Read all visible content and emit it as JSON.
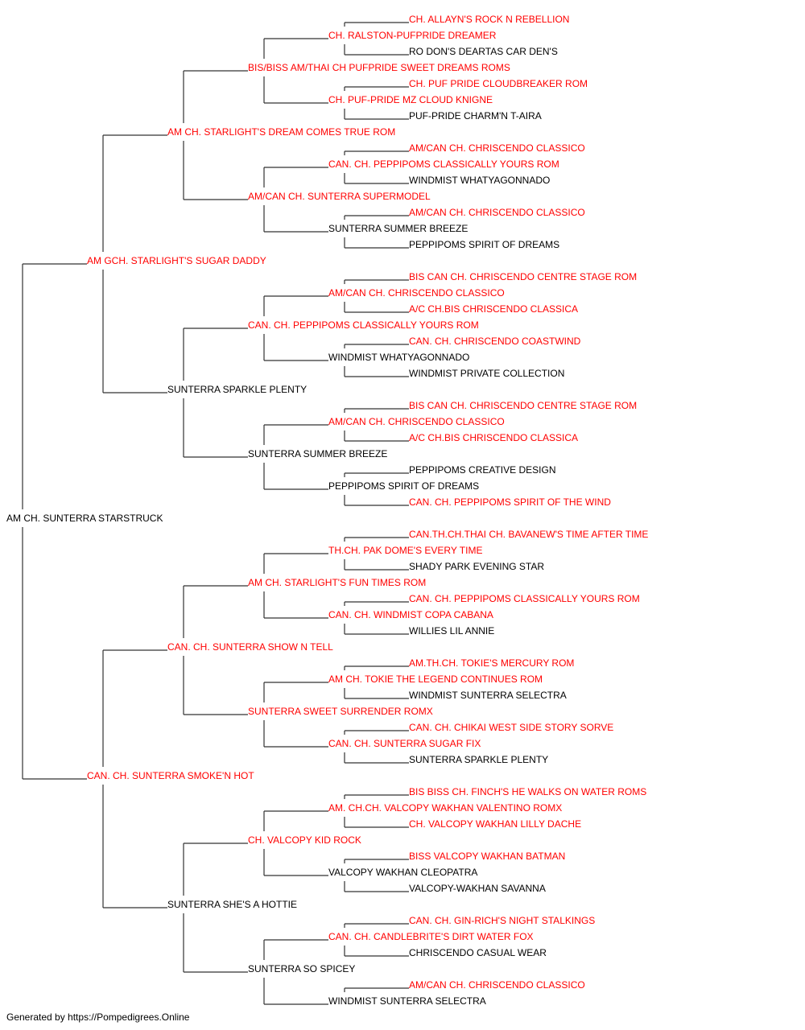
{
  "colors": {
    "champion": "#ff0000",
    "plain": "#000000",
    "line": "#333333"
  },
  "footer": "Generated by https://Pompedigrees.Online",
  "pedigree": {
    "name": "AM CH. SUNTERRA STARSTRUCK",
    "champion": false,
    "sire": {
      "name": "AM GCH. STARLIGHT'S SUGAR DADDY",
      "champion": true,
      "sire": {
        "name": "AM CH. STARLIGHT'S DREAM COMES TRUE ROM",
        "champion": true,
        "sire": {
          "name": "BIS/BISS AM/THAI CH PUFPRIDE SWEET DREAMS ROMS",
          "champion": true,
          "sire": {
            "name": "CH. RALSTON-PUFPRIDE DREAMER",
            "champion": true,
            "sire": {
              "name": "CH. ALLAYN'S ROCK N REBELLION",
              "champion": true
            },
            "dam": {
              "name": "RO DON'S DEARTAS CAR DEN'S",
              "champion": false
            }
          },
          "dam": {
            "name": "CH. PUF-PRIDE MZ CLOUD KNIGNE",
            "champion": true,
            "sire": {
              "name": "CH. PUF PRIDE CLOUDBREAKER ROM",
              "champion": true
            },
            "dam": {
              "name": "PUF-PRIDE CHARM'N T-AIRA",
              "champion": false
            }
          }
        },
        "dam": {
          "name": "AM/CAN CH. SUNTERRA SUPERMODEL",
          "champion": true,
          "sire": {
            "name": "CAN. CH. PEPPIPOMS CLASSICALLY YOURS ROM",
            "champion": true,
            "sire": {
              "name": "AM/CAN CH. CHRISCENDO CLASSICO",
              "champion": true
            },
            "dam": {
              "name": "WINDMIST WHATYAGONNADO",
              "champion": false
            }
          },
          "dam": {
            "name": "SUNTERRA SUMMER BREEZE",
            "champion": false,
            "sire": {
              "name": "AM/CAN CH. CHRISCENDO CLASSICO",
              "champion": true
            },
            "dam": {
              "name": "PEPPIPOMS SPIRIT OF DREAMS",
              "champion": false
            }
          }
        }
      },
      "dam": {
        "name": "SUNTERRA SPARKLE PLENTY",
        "champion": false,
        "sire": {
          "name": "CAN. CH. PEPPIPOMS CLASSICALLY YOURS ROM",
          "champion": true,
          "sire": {
            "name": "AM/CAN CH. CHRISCENDO CLASSICO",
            "champion": true,
            "sire": {
              "name": "BIS CAN CH. CHRISCENDO CENTRE STAGE ROM",
              "champion": true
            },
            "dam": {
              "name": "A/C CH.BIS CHRISCENDO CLASSICA",
              "champion": true
            }
          },
          "dam": {
            "name": "WINDMIST WHATYAGONNADO",
            "champion": false,
            "sire": {
              "name": "CAN. CH. CHRISCENDO COASTWIND",
              "champion": true
            },
            "dam": {
              "name": "WINDMIST PRIVATE COLLECTION",
              "champion": false
            }
          }
        },
        "dam": {
          "name": "SUNTERRA SUMMER BREEZE",
          "champion": false,
          "sire": {
            "name": "AM/CAN CH. CHRISCENDO CLASSICO",
            "champion": true,
            "sire": {
              "name": "BIS CAN CH. CHRISCENDO CENTRE STAGE ROM",
              "champion": true
            },
            "dam": {
              "name": "A/C CH.BIS CHRISCENDO CLASSICA",
              "champion": true
            }
          },
          "dam": {
            "name": "PEPPIPOMS SPIRIT OF DREAMS",
            "champion": false,
            "sire": {
              "name": "PEPPIPOMS CREATIVE DESIGN",
              "champion": false
            },
            "dam": {
              "name": "CAN. CH. PEPPIPOMS SPIRIT OF THE WIND",
              "champion": true
            }
          }
        }
      }
    },
    "dam": {
      "name": "CAN. CH. SUNTERRA SMOKE'N HOT",
      "champion": true,
      "sire": {
        "name": "CAN. CH. SUNTERRA SHOW N TELL",
        "champion": true,
        "sire": {
          "name": "AM CH. STARLIGHT'S FUN TIMES ROM",
          "champion": true,
          "sire": {
            "name": "TH.CH. PAK DOME'S EVERY TIME",
            "champion": true,
            "sire": {
              "name": "CAN.TH.CH.THAI CH. BAVANEW'S TIME AFTER TIME",
              "champion": true
            },
            "dam": {
              "name": "SHADY PARK EVENING STAR",
              "champion": false
            }
          },
          "dam": {
            "name": "CAN. CH. WINDMIST COPA CABANA",
            "champion": true,
            "sire": {
              "name": "CAN. CH. PEPPIPOMS CLASSICALLY YOURS ROM",
              "champion": true
            },
            "dam": {
              "name": "WILLIES LIL ANNIE",
              "champion": false
            }
          }
        },
        "dam": {
          "name": "SUNTERRA SWEET SURRENDER ROMX",
          "champion": true,
          "sire": {
            "name": "AM CH. TOKIE THE LEGEND CONTINUES ROM",
            "champion": true,
            "sire": {
              "name": "AM.TH.CH. TOKIE'S MERCURY ROM",
              "champion": true
            },
            "dam": {
              "name": "WINDMIST SUNTERRA SELECTRA",
              "champion": false
            }
          },
          "dam": {
            "name": "CAN. CH. SUNTERRA SUGAR FIX",
            "champion": true,
            "sire": {
              "name": "CAN. CH. CHIKAI WEST SIDE STORY SORVE",
              "champion": true
            },
            "dam": {
              "name": "SUNTERRA SPARKLE PLENTY",
              "champion": false
            }
          }
        }
      },
      "dam": {
        "name": "SUNTERRA SHE'S A HOTTIE",
        "champion": false,
        "sire": {
          "name": "CH. VALCOPY KID ROCK",
          "champion": true,
          "sire": {
            "name": "AM. CH.CH. VALCOPY WAKHAN VALENTINO ROMX",
            "champion": true,
            "sire": {
              "name": "BIS BISS CH. FINCH'S HE WALKS ON WATER ROMS",
              "champion": true
            },
            "dam": {
              "name": "CH. VALCOPY WAKHAN LILLY DACHE",
              "champion": true
            }
          },
          "dam": {
            "name": "VALCOPY WAKHAN CLEOPATRA",
            "champion": false,
            "sire": {
              "name": "BISS VALCOPY WAKHAN BATMAN",
              "champion": true
            },
            "dam": {
              "name": "VALCOPY-WAKHAN SAVANNA",
              "champion": false
            }
          }
        },
        "dam": {
          "name": "SUNTERRA SO SPICEY",
          "champion": false,
          "sire": {
            "name": "CAN. CH. CANDLEBRITE'S DIRT WATER FOX",
            "champion": true,
            "sire": {
              "name": "CAN. CH. GIN-RICH'S NIGHT STALKINGS",
              "champion": true
            },
            "dam": {
              "name": "CHRISCENDO CASUAL WEAR",
              "champion": false
            }
          },
          "dam": {
            "name": "WINDMIST SUNTERRA SELECTRA",
            "champion": false,
            "sire": {
              "name": "AM/CAN CH. CHRISCENDO CLASSICO",
              "champion": true
            },
            "dam": {
              "name": "WINDMIST PRIVATE COLLECTION",
              "champion": false
            }
          }
        }
      }
    }
  }
}
